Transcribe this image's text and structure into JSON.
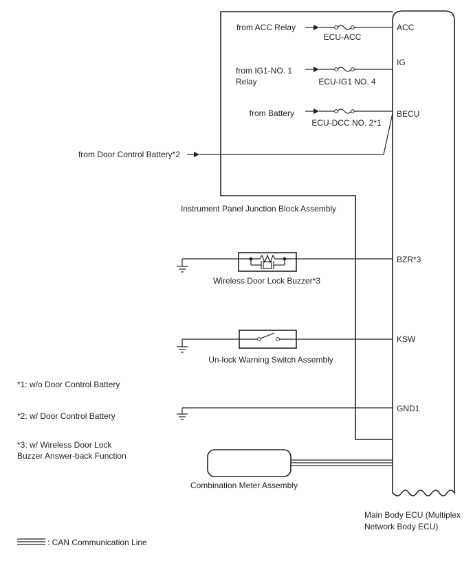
{
  "inputs": {
    "acc": "from ACC Relay",
    "ig1_line1": "from IG1-NO. 1",
    "ig1_line2": "Relay",
    "battery": "from Battery",
    "door_battery": "from Door Control Battery*2"
  },
  "fuses": {
    "ecu_acc": "ECU-ACC",
    "ecu_ig1": "ECU-IG1 NO. 4",
    "ecu_dcc": "ECU-DCC NO. 2*1"
  },
  "terminals": {
    "acc": "ACC",
    "ig": "IG",
    "becu": "BECU",
    "bzr": "BZR*3",
    "ksw": "KSW",
    "gnd1": "GND1"
  },
  "components": {
    "junction_block": "Instrument Panel Junction Block Assembly",
    "buzzer": "Wireless Door Lock Buzzer*3",
    "unlock_switch": "Un-lock Warning Switch Assembly",
    "combination_meter": "Combination Meter Assembly",
    "main_ecu_line1": "Main Body ECU (Multiplex",
    "main_ecu_line2": "Network Body ECU)"
  },
  "notes": {
    "n1": "*1: w/o Door Control Battery",
    "n2": "*2: w/ Door Control Battery",
    "n3_line1": "*3: w/ Wireless Door Lock",
    "n3_line2": "Buzzer Answer-back Function"
  },
  "legend": {
    "can": ": CAN Communication Line"
  }
}
